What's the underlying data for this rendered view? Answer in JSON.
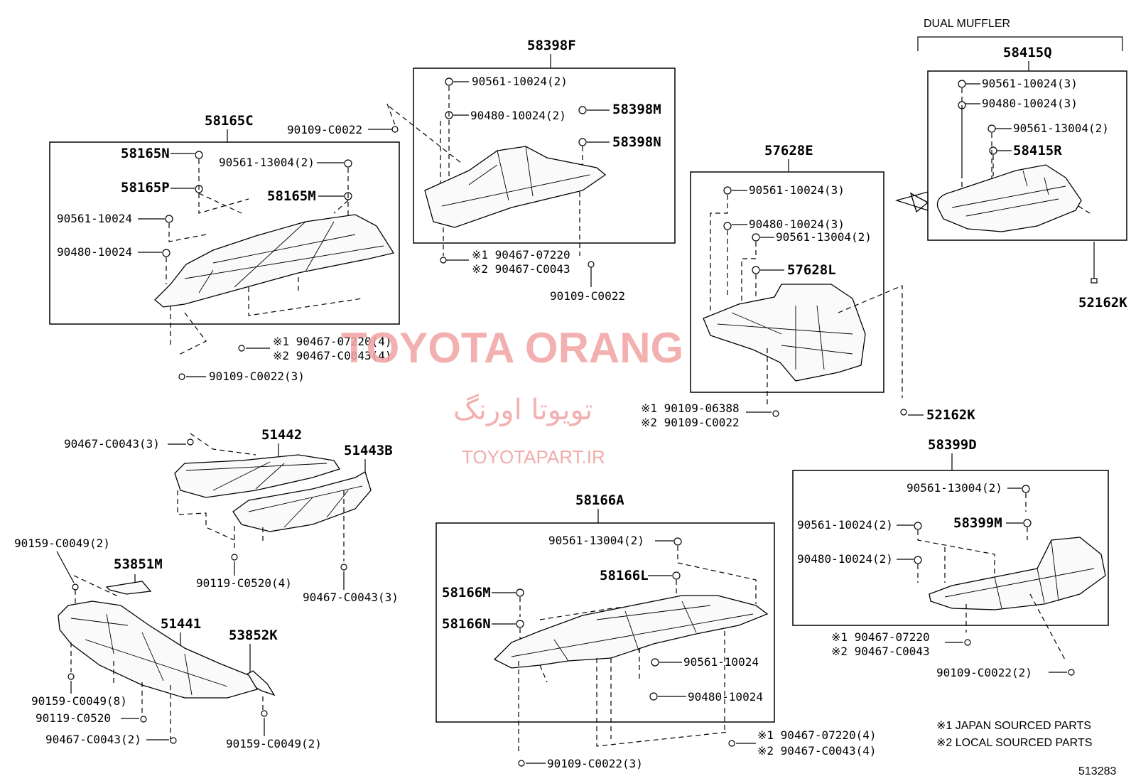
{
  "labels": {
    "dual_muffler": "DUAL MUFFLER",
    "p58415Q": "58415Q",
    "p58415Q_c1": "90561-10024(3)",
    "p58415Q_c2": "90480-10024(3)",
    "p58415Q_c3": "90561-13004(2)",
    "p58415R": "58415R",
    "p52162K_a": "52162K",
    "p58398F": "58398F",
    "p58398F_c1": "90561-10024(2)",
    "p58398F_c2": "90480-10024(2)",
    "p58398M": "58398M",
    "p58398N": "58398N",
    "p58398F_left": "90109-C0022",
    "p58398F_j": "※1 90467-07220",
    "p58398F_l": "※2 90467-C0043",
    "p58398F_bot": "90109-C0022",
    "p58165C": "58165C",
    "p58165N": "58165N",
    "p58165P": "58165P",
    "p58165C_c1": "90561-13004(2)",
    "p58165M": "58165M",
    "p58165C_c2": "90561-10024",
    "p58165C_c3": "90480-10024",
    "p58165C_j": "※1 90467-07220(4)",
    "p58165C_l": "※2 90467-C0043(4)",
    "p58165C_bot": "90109-C0022(3)",
    "p57628E": "57628E",
    "p57628E_c1": "90561-10024(3)",
    "p57628E_c2": "90480-10024(3)",
    "p57628E_c3": "90561-13004(2)",
    "p57628L": "57628L",
    "p57628E_j": "※1 90109-06388",
    "p57628E_l": "※2 90109-C0022",
    "p52162K_b": "52162K",
    "p51442": "51442",
    "p51443B": "51443B",
    "p51442_c1": "90467-C0043(3)",
    "p51442_c2": "90119-C0520(4)",
    "p51443B_c1": "90467-C0043(3)",
    "p90159_a": "90159-C0049(2)",
    "p53851M": "53851M",
    "p51441": "51441",
    "p53852K": "53852K",
    "p90159_b": "90159-C0049(8)",
    "p90119": "90119-C0520",
    "p90467_b": "90467-C0043(2)",
    "p90159_c": "90159-C0049(2)",
    "p58166A": "58166A",
    "p58166A_c1": "90561-13004(2)",
    "p58166L": "58166L",
    "p58166M": "58166M",
    "p58166N": "58166N",
    "p58166A_c2": "90561-10024",
    "p58166A_c3": "90480-10024",
    "p58166A_j": "※1 90467-07220(4)",
    "p58166A_l": "※2 90467-C0043(4)",
    "p58166A_bot": "90109-C0022(3)",
    "p58399D": "58399D",
    "p58399D_c1": "90561-13004(2)",
    "p58399D_c2": "90561-10024(2)",
    "p58399M": "58399M",
    "p58399D_c3": "90480-10024(2)",
    "p58399D_j": "※1 90467-07220",
    "p58399D_l": "※2 90467-C0043",
    "p58399D_bot": "90109-C0022(2)"
  },
  "legend": {
    "japan": "※1 JAPAN SOURCED PARTS",
    "local": "※2 LOCAL SOURCED PARTS"
  },
  "figure_number": "513283",
  "watermark": {
    "title": "TOYOTA ORANG",
    "persian": "تویوتا اورنگ",
    "url": "TOYOTAPART.IR"
  },
  "colors": {
    "ink": "#000000",
    "watermark": "#f2a3a3",
    "background": "#ffffff"
  }
}
